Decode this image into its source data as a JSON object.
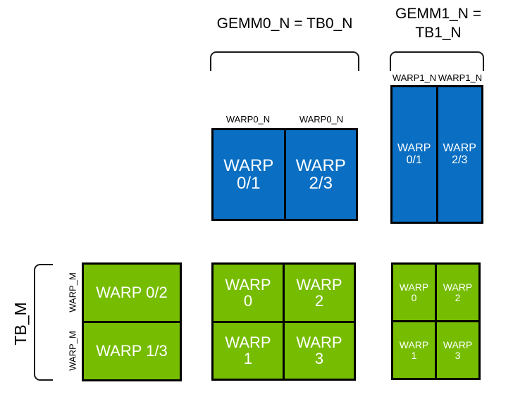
{
  "diagram": {
    "title_gemm0": "GEMM0_N = TB0_N",
    "title_gemm1": "GEMM1_N =\nTB1_N",
    "tb_m_label": "TB_M",
    "colors": {
      "blue": "#0a6fc2",
      "green": "#76bc00",
      "outline": "#000000",
      "background": "#ffffff",
      "text_on_fill": "#ffffff"
    },
    "gemm0_ticks": [
      "WARP0_N",
      "WARP0_N"
    ],
    "gemm1_ticks": [
      "WARP1_N",
      "WARP1_N"
    ],
    "warp_m_ticks": [
      "WARP_M",
      "WARP_M"
    ],
    "blue_gemm0": {
      "cells": [
        "WARP\n0/1",
        "WARP\n2/3"
      ]
    },
    "blue_gemm1": {
      "cells": [
        "WARP\n0/1",
        "WARP\n2/3"
      ]
    },
    "green_left": {
      "cells": [
        "WARP 0/2",
        "WARP 1/3"
      ]
    },
    "green_middle": {
      "cells": [
        "WARP\n0",
        "WARP\n2",
        "WARP\n1",
        "WARP\n3"
      ]
    },
    "green_right": {
      "cells": [
        "WARP\n0",
        "WARP\n2",
        "WARP\n1",
        "WARP\n3"
      ]
    }
  }
}
